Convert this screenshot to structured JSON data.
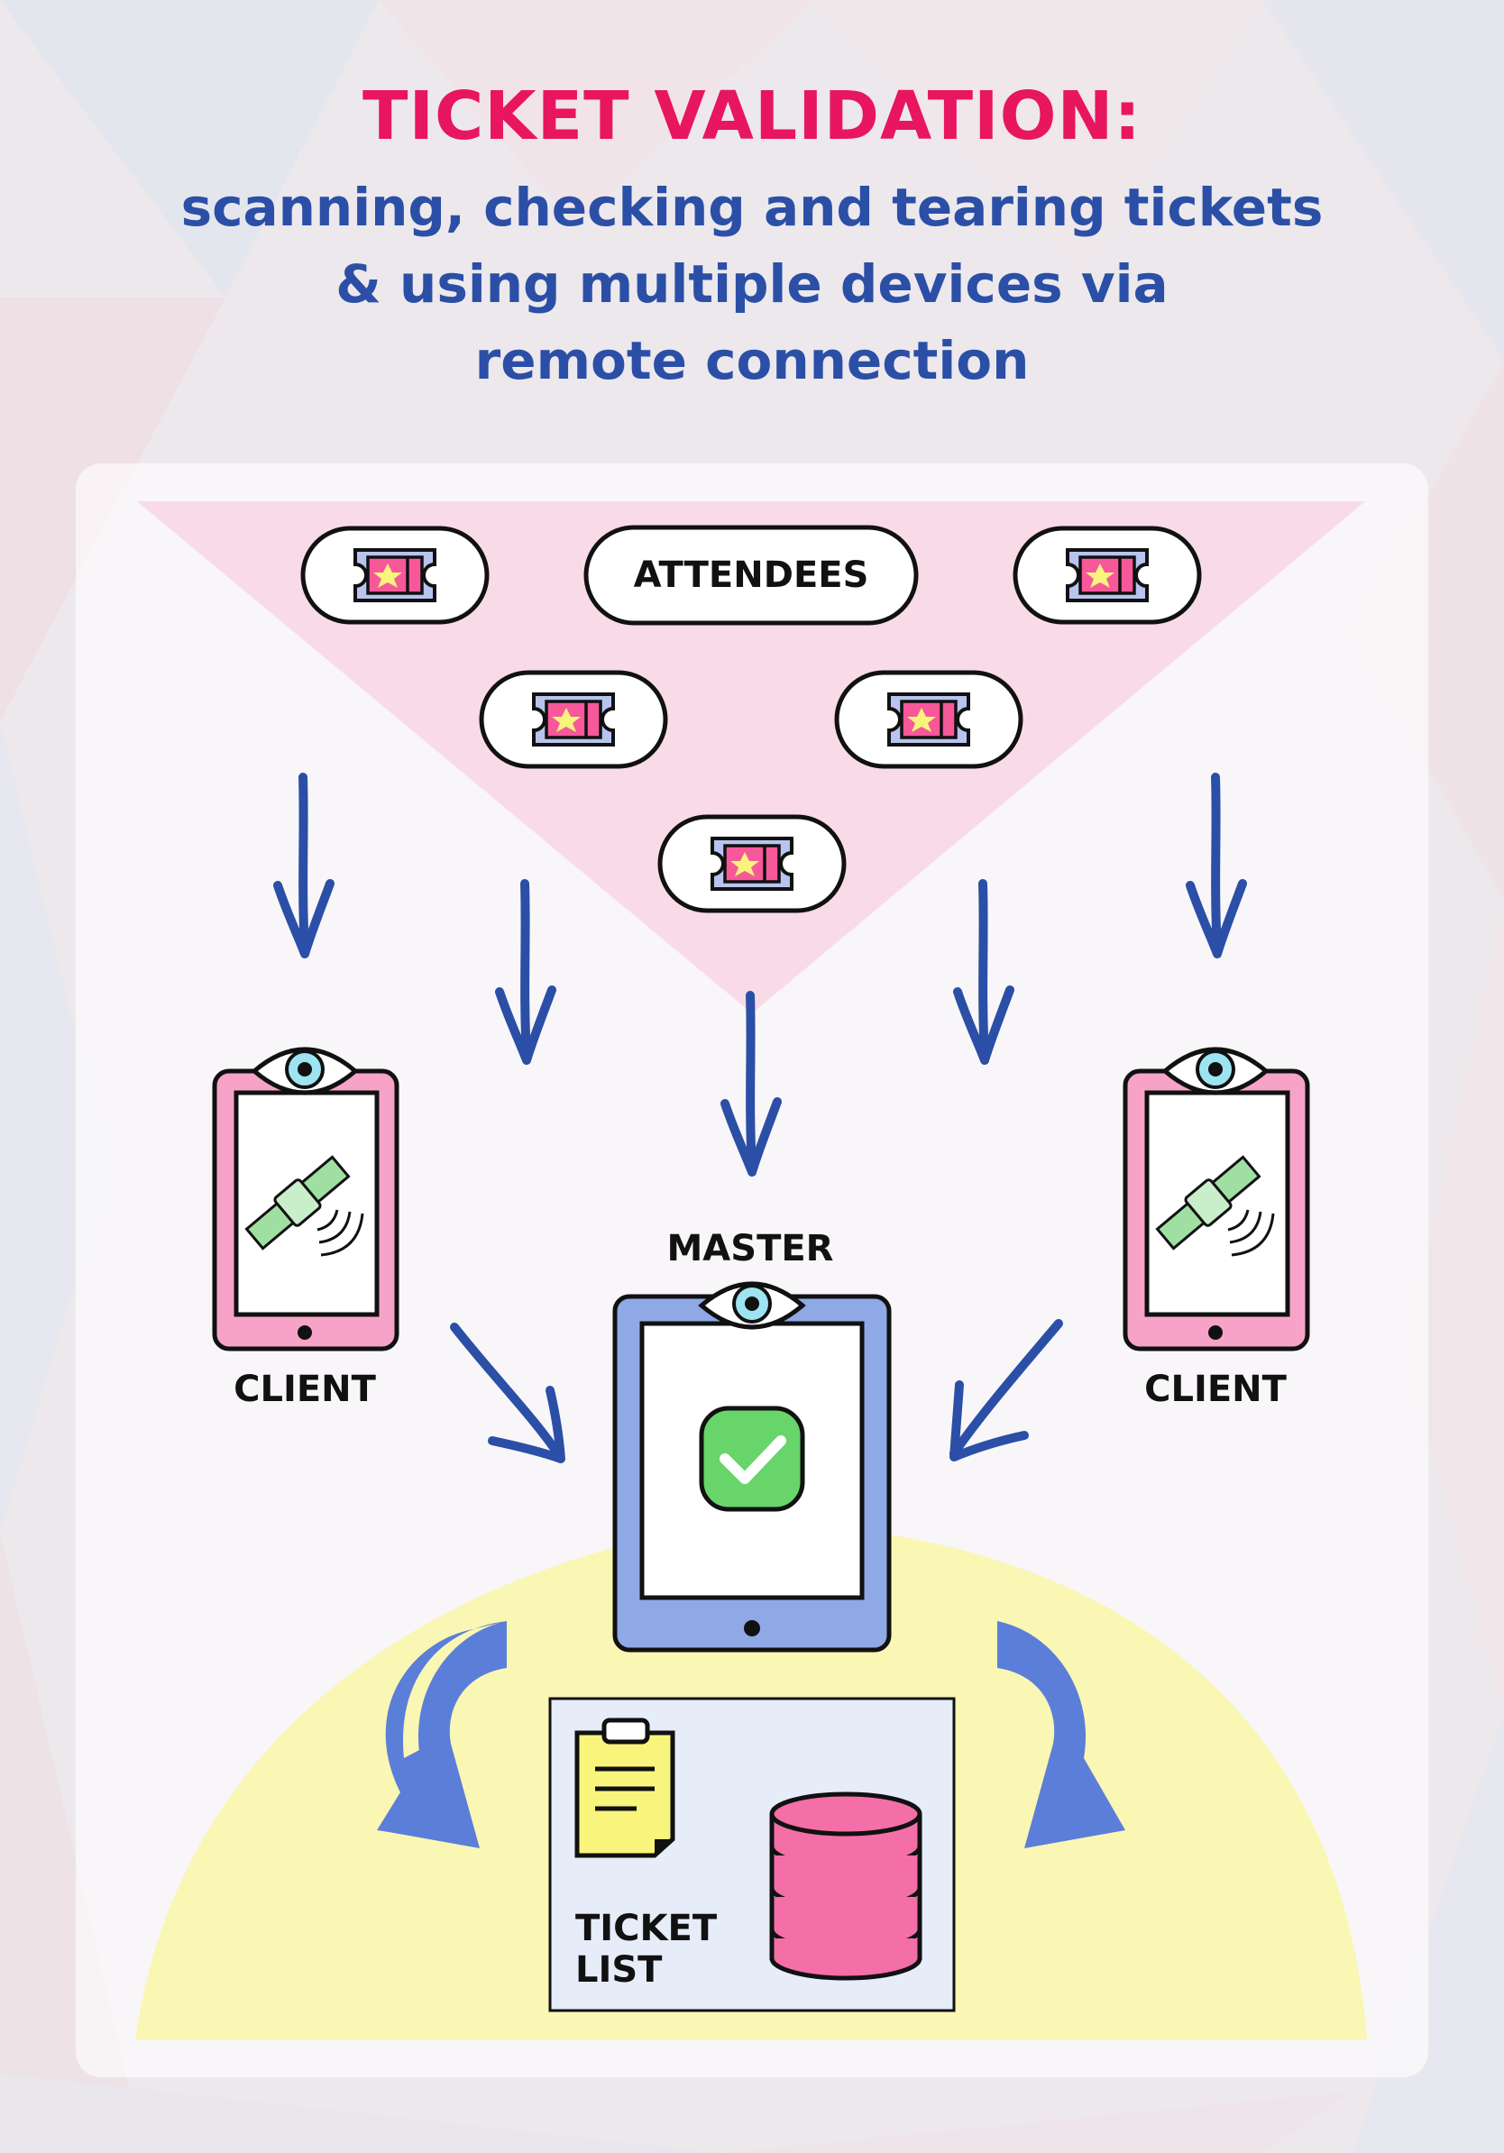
{
  "title": {
    "main": "TICKET VALIDATION:",
    "line1": "scanning, checking and tearing tickets",
    "line2": "& using multiple devices via",
    "line3": "remote connection"
  },
  "diagram": {
    "attendees_label": "ATTENDEES",
    "client_left_label": "CLIENT",
    "client_right_label": "CLIENT",
    "master_label": "MASTER",
    "ticket_list_label_line1": "TICKET",
    "ticket_list_label_line2": "LIST"
  },
  "colors": {
    "title_pink": "#e8155f",
    "title_blue": "#2b4fa6",
    "triangle_pink": "#f9dbe8",
    "arrow_blue": "#2b4fa6",
    "curved_arrow_blue": "#5b7fd8",
    "phone_pink": "#f7a3c8",
    "tablet_blue": "#8fa8e6",
    "eye_cyan": "#9ee3f0",
    "check_green": "#67d56a",
    "ticket_yellow": "#f9f47c",
    "ticket_pink": "#f6589a",
    "db_pink": "#f46ea7",
    "semicircle_yellow": "#faf6b4"
  },
  "icons": {
    "ticket": "ticket-icon",
    "eye": "eye-icon",
    "satellite": "satellite-icon",
    "check": "check-icon",
    "clipboard": "clipboard-icon",
    "database": "database-icon"
  }
}
